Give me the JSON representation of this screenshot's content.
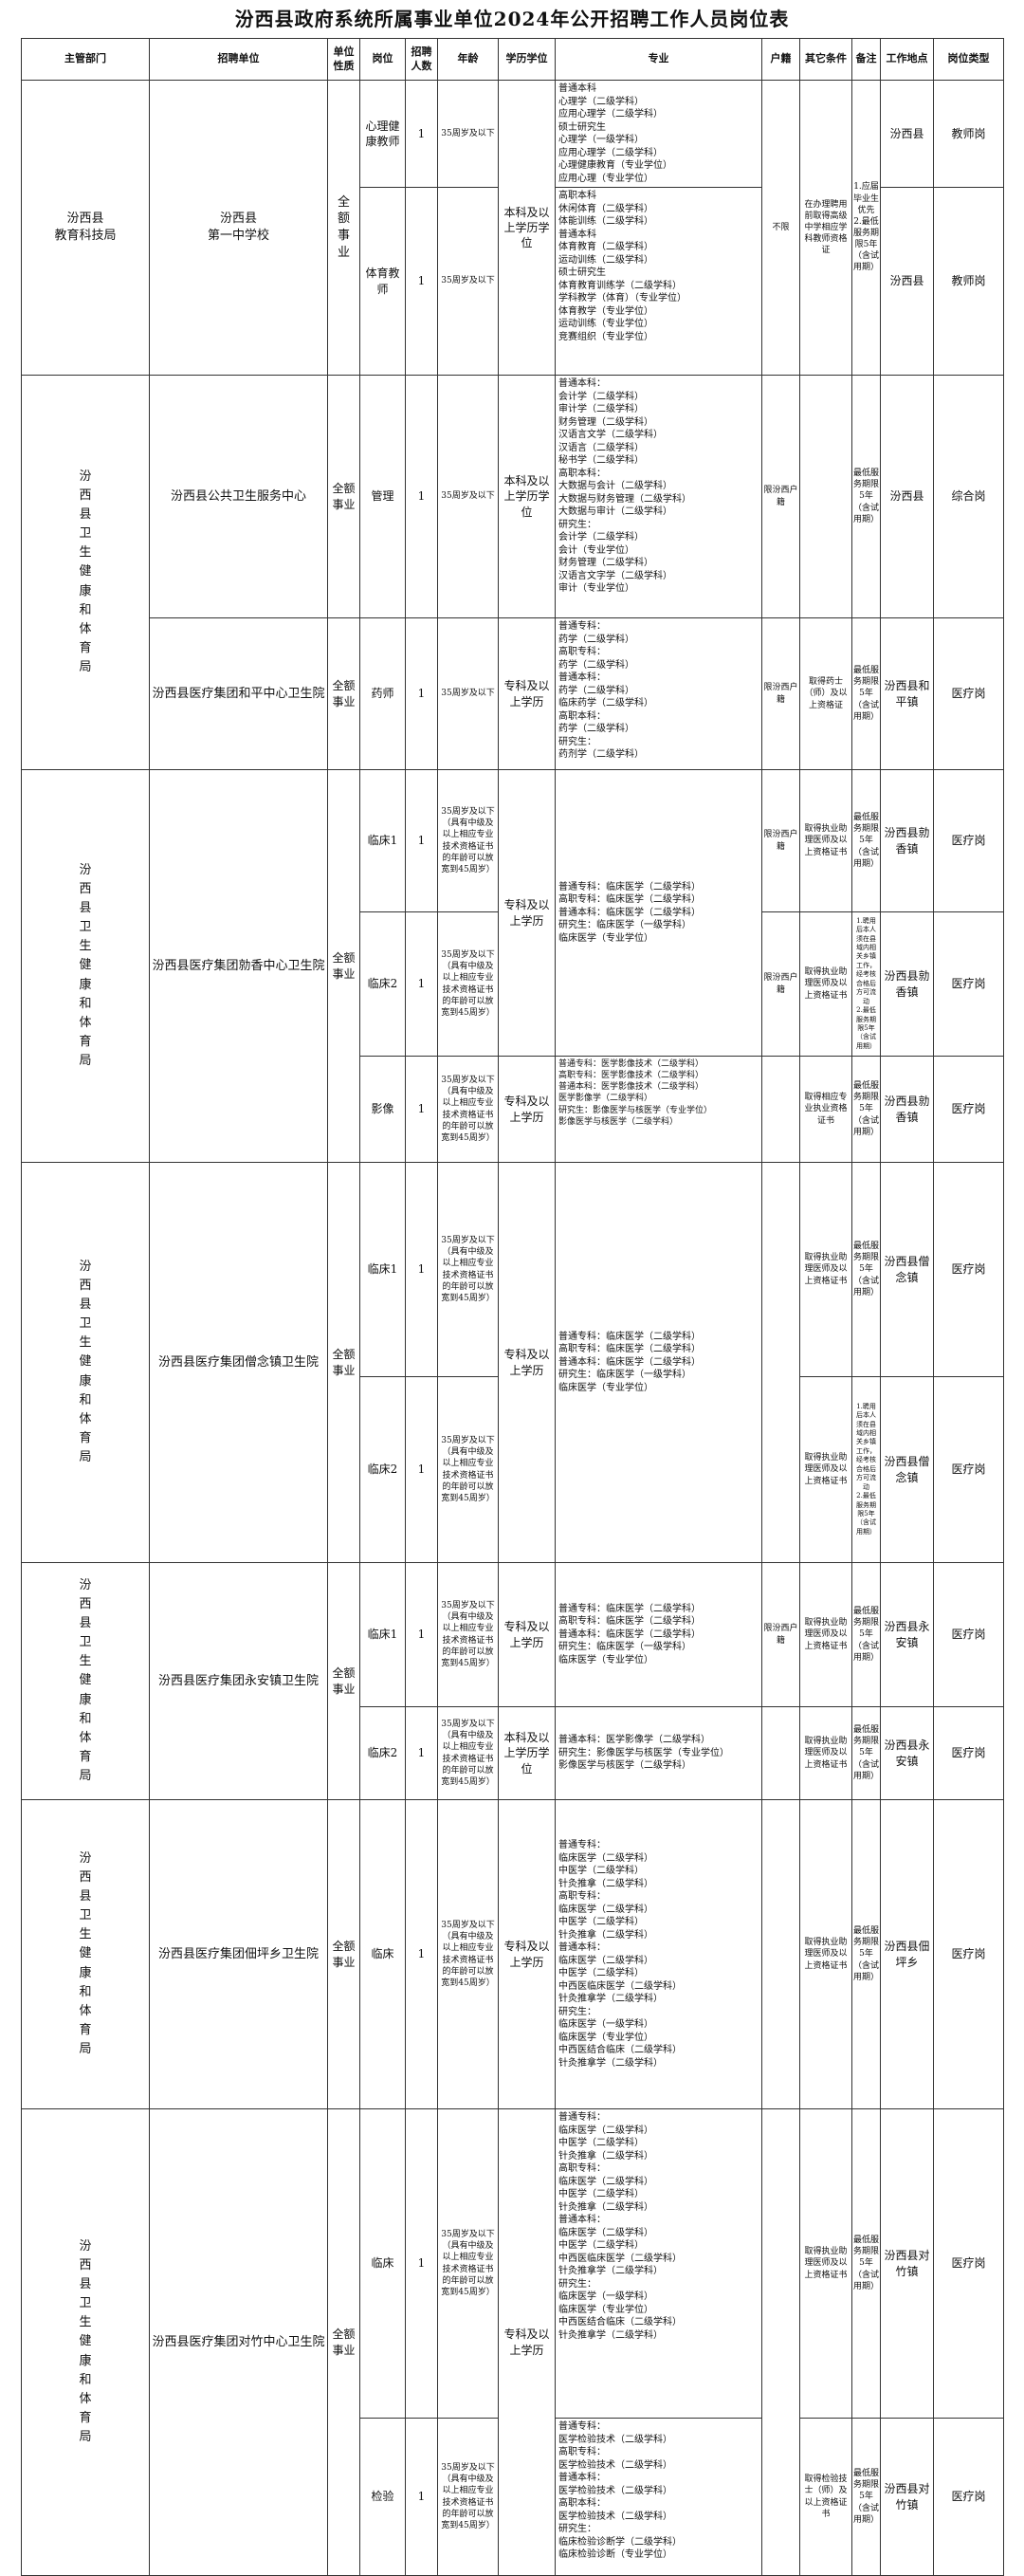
{
  "title": "汾西县政府系统所属事业单位2024年公开招聘工作人员岗位表",
  "headers": [
    "主管部门",
    "招聘单位",
    "单位性质",
    "岗位",
    "招聘人数",
    "年龄",
    "学历学位",
    "专业",
    "户籍",
    "其它条件",
    "备注",
    "工作地点",
    "岗位类型"
  ],
  "rows": [
    {
      "dept": "汾西县\n教育科技局",
      "unit": "汾西县\n第一中学校",
      "nature": "全\n额\n事\n业",
      "post": "心理健康教师",
      "count": "1",
      "age": "35周岁及以下",
      "edu": "本科及以上学历学位",
      "major": "普通本科\n心理学（二级学科）\n应用心理学（二级学科）\n硕士研究生\n心理学（一级学科）\n应用心理学（二级学科）\n心理健康教育（专业学位）\n应用心理（专业学位）",
      "huji": "不限",
      "other": "在办理聘用前取得高级中学相应学科教师资格证",
      "note": "1.应届毕业生优先\n2.最低服务期限5年（含试用期）",
      "place": "汾西县",
      "type": "教师岗"
    },
    {
      "post": "体育教师",
      "count": "1",
      "age": "35周岁及以下",
      "major": "高职本科\n休闲体育（二级学科）\n体能训练（二级学科）\n普通本科\n体育教育（二级学科）\n运动训练（二级学科）\n硕士研究生\n体育教育训练学（二级学科）\n学科教学（体育）（专业学位）\n体育教学（专业学位）\n运动训练（专业学位）\n竞赛组织（专业学位）",
      "place": "汾西县",
      "type": "教师岗"
    },
    {
      "dept": "汾\n西\n县\n卫\n生\n健\n康\n和\n体\n育\n局",
      "unit": "汾西县公共卫生服务中心",
      "nature": "全额\n事业",
      "post": "管理",
      "count": "1",
      "age": "35周岁及以下",
      "edu": "本科及以上学历学位",
      "major": "普通本科：\n会计学（二级学科）\n审计学（二级学科）\n财务管理（二级学科）\n汉语言文学（二级学科）\n汉语言（二级学科）\n秘书学（二级学科）\n高职本科：\n大数据与会计（二级学科）\n大数据与财务管理（二级学科）\n大数据与审计（二级学科）\n研究生：\n会计学（二级学科）\n会计（专业学位）\n财务管理（二级学科）\n汉语言文字学（二级学科）\n审计（专业学位）",
      "huji": "限汾西户籍",
      "other": "",
      "note": "最低服务期限5年（含试用期）",
      "place": "汾西县",
      "type": "综合岗"
    },
    {
      "unit": "汾西县医疗集团和平中心卫生院",
      "nature": "全额\n事业",
      "post": "药师",
      "count": "1",
      "age": "35周岁及以下",
      "edu": "专科及以上学历",
      "major": "普通专科：\n药学（二级学科）\n高职专科：\n药学（二级学科）\n普通本科：\n药学（二级学科）\n临床药学（二级学科）\n高职本科：\n药学（二级学科）\n研究生：\n药剂学（二级学科）",
      "huji": "限汾西户籍",
      "other": "取得药士（师）及以上资格证",
      "note": "最低服务期限5年（含试用期）",
      "place": "汾西县和平镇",
      "type": "医疗岗"
    },
    {
      "dept": "汾\n西\n县\n卫\n生\n健\n康\n和\n体\n育\n局",
      "unit": "汾西县医疗集团勍香中心卫生院",
      "nature": "全额\n事业",
      "post": "临床1",
      "count": "1",
      "age": "35周岁及以下（具有中级及以上相应专业技术资格证书的年龄可以放宽到45周岁）",
      "edu": "专科及以上学历",
      "major": "普通专科：临床医学（二级学科）\n高职专科：临床医学（二级学科）\n普通本科：临床医学（二级学科）\n研究生：临床医学（一级学科）\n临床医学（专业学位）",
      "huji": "限汾西户籍",
      "other": "取得执业助理医师及以上资格证书",
      "note": "最低服务期限5年（含试用期）",
      "place": "汾西县勍香镇",
      "type": "医疗岗"
    },
    {
      "post": "临床2",
      "count": "1",
      "age": "35周岁及以下（具有中级及以上相应专业技术资格证书的年龄可以放宽到45周岁）",
      "huji": "限汾西户籍",
      "other": "取得执业助理医师及以上资格证书",
      "note": "1.聘用后本人须在县域内相关乡镇工作，经考核合格后方可流动\n2.最低服务期限5年（含试用期）",
      "place": "汾西县勍香镇",
      "type": "医疗岗"
    },
    {
      "post": "影像",
      "count": "1",
      "age": "35周岁及以下（具有中级及以上相应专业技术资格证书的年龄可以放宽到45周岁）",
      "edu": "专科及以上学历",
      "major": "普通专科：医学影像技术（二级学科）\n高职专科：医学影像技术（二级学科）\n普通本科：医学影像技术（二级学科）\n医学影像学（二级学科）\n研究生：影像医学与核医学（专业学位）\n影像医学与核医学（二级学科）",
      "huji": "",
      "other": "取得相应专业执业资格证书",
      "note": "最低服务期限5年（含试用期）",
      "place": "汾西县勍香镇",
      "type": "医疗岗"
    },
    {
      "dept": "汾\n西\n县\n卫\n生\n健\n康\n和\n体\n育\n局",
      "unit": "汾西县医疗集团僧念镇卫生院",
      "nature": "全额\n事业",
      "post": "临床1",
      "count": "1",
      "age": "35周岁及以下（具有中级及以上相应专业技术资格证书的年龄可以放宽到45周岁）",
      "edu": "专科及以上学历",
      "major": "普通专科：临床医学（二级学科）\n高职专科：临床医学（二级学科）\n普通本科：临床医学（二级学科）\n研究生：临床医学（一级学科）\n临床医学（专业学位）",
      "huji": "",
      "other": "取得执业助理医师及以上资格证书",
      "note": "最低服务期限5年（含试用期）",
      "place": "汾西县僧念镇",
      "type": "医疗岗"
    },
    {
      "post": "临床2",
      "count": "1",
      "age": "35周岁及以下（具有中级及以上相应专业技术资格证书的年龄可以放宽到45周岁）",
      "huji": "",
      "other": "取得执业助理医师及以上资格证书",
      "note": "1.聘用后本人须在县域内相关乡镇工作，经考核合格后方可流动\n2.最低服务期限5年（含试用期）",
      "place": "汾西县僧念镇",
      "type": "医疗岗"
    },
    {
      "dept": "汾\n西\n县\n卫\n生\n健\n康\n和\n体\n育\n局",
      "unit": "汾西县医疗集团永安镇卫生院",
      "nature": "全额\n事业",
      "post": "临床1",
      "count": "1",
      "age": "35周岁及以下（具有中级及以上相应专业技术资格证书的年龄可以放宽到45周岁）",
      "edu": "专科及以上学历",
      "major": "普通专科：临床医学（二级学科）\n高职专科：临床医学（二级学科）\n普通本科：临床医学（二级学科）\n研究生：临床医学（一级学科）\n临床医学（专业学位）",
      "huji": "限汾西户籍",
      "other": "取得执业助理医师及以上资格证书",
      "note": "最低服务期限5年（含试用期）",
      "place": "汾西县永安镇",
      "type": "医疗岗"
    },
    {
      "post": "临床2",
      "count": "1",
      "age": "35周岁及以下（具有中级及以上相应专业技术资格证书的年龄可以放宽到45周岁）",
      "edu": "本科及以上学历学位",
      "major": "普通本科：医学影像学（二级学科）\n研究生：影像医学与核医学（专业学位）\n影像医学与核医学（二级学科）",
      "huji": "",
      "other": "取得执业助理医师及以上资格证书",
      "note": "最低服务期限5年（含试用期）",
      "place": "汾西县永安镇",
      "type": "医疗岗"
    },
    {
      "dept": "汾\n西\n县\n卫\n生\n健\n康\n和\n体\n育\n局",
      "unit": "汾西县医疗集团佃坪乡卫生院",
      "nature": "全额\n事业",
      "post": "临床",
      "count": "1",
      "age": "35周岁及以下（具有中级及以上相应专业技术资格证书的年龄可以放宽到45周岁）",
      "edu": "专科及以上学历",
      "major": "普通专科：\n临床医学（二级学科）\n中医学（二级学科）\n针灸推拿（二级学科）\n高职专科：\n临床医学（二级学科）\n中医学（二级学科）\n针灸推拿（二级学科）\n普通本科：\n临床医学（二级学科）\n中医学（二级学科）\n中西医临床医学（二级学科）\n针灸推拿学（二级学科）\n研究生：\n临床医学（一级学科）\n临床医学（专业学位）\n中西医结合临床（二级学科）\n针灸推拿学（二级学科）",
      "huji": "",
      "other": "取得执业助理医师及以上资格证书",
      "note": "最低服务期限5年（含试用期）",
      "place": "汾西县佃坪乡",
      "type": "医疗岗"
    },
    {
      "dept": "汾\n西\n县\n卫\n生\n健\n康\n和\n体\n育\n局",
      "unit": "汾西县医疗集团对竹中心卫生院",
      "nature": "全额\n事业",
      "post": "临床",
      "count": "1",
      "age": "35周岁及以下（具有中级及以上相应专业技术资格证书的年龄可以放宽到45周岁）",
      "edu": "专科及以上学历",
      "major": "普通专科：\n临床医学（二级学科）\n中医学（二级学科）\n针灸推拿（二级学科）\n高职专科：\n临床医学（二级学科）\n中医学（二级学科）\n针灸推拿（二级学科）\n普通本科：\n临床医学（二级学科）\n中医学（二级学科）\n中西医临床医学（二级学科）\n针灸推拿学（二级学科）\n研究生：\n临床医学（一级学科）\n临床医学（专业学位）\n中西医结合临床（二级学科）\n针灸推拿学（二级学科）",
      "huji": "",
      "other": "取得执业助理医师及以上资格证书",
      "note": "最低服务期限5年（含试用期）",
      "place": "汾西县对竹镇",
      "type": "医疗岗"
    },
    {
      "post": "检验",
      "count": "1",
      "age": "35周岁及以下（具有中级及以上相应专业技术资格证书的年龄可以放宽到45周岁）",
      "major": "普通专科：\n医学检验技术（二级学科）\n高职专科：\n医学检验技术（二级学科）\n普通本科：\n医学检验技术（二级学科）\n高职本科：\n医学检验技术（二级学科）\n研究生：\n临床检验诊断学（二级学科）\n临床检验诊断（专业学位）",
      "huji": "",
      "other": "取得检验技士（师）及以上资格证书",
      "note": "最低服务期限5年（含试用期）",
      "place": "汾西县对竹镇",
      "type": "医疗岗"
    }
  ]
}
